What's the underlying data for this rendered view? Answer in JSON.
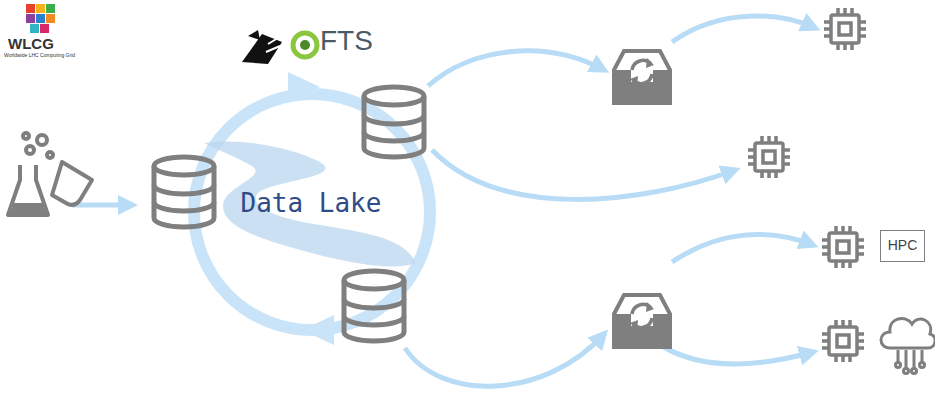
{
  "diagram": {
    "nodes": [
      {
        "text": [
          "Data Lake"
        ]
      },
      {
        "text": [
          "HPC"
        ]
      }
    ],
    "labels": [
      "WLCG",
      "Worldwide LHC Computing Grid",
      "FTS"
    ]
  }
}
